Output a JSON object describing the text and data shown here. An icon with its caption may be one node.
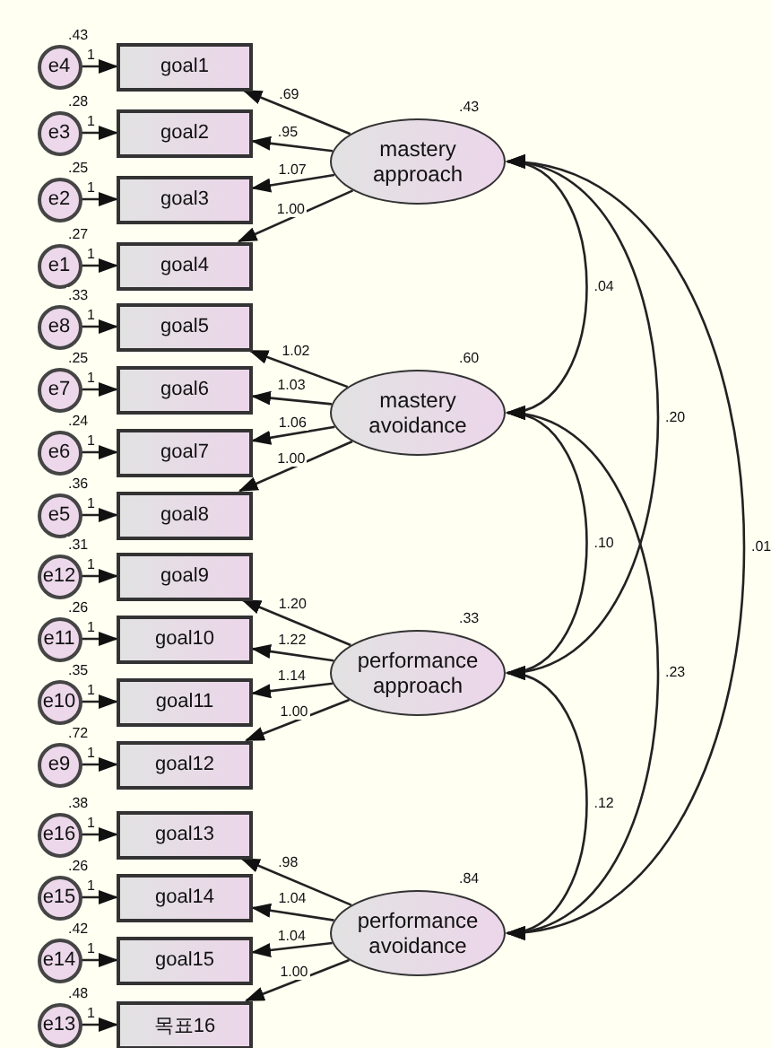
{
  "diagram": {
    "nodes": [
      {
        "text": [
          "e4"
        ],
        "beside": [
          ".43"
        ]
      },
      {
        "text": [
          "e3"
        ],
        "beside": [
          ".28"
        ]
      },
      {
        "text": [
          "e2"
        ],
        "beside": [
          ".25"
        ]
      },
      {
        "text": [
          "e1"
        ],
        "beside": [
          ".27"
        ]
      },
      {
        "text": [
          "e8"
        ],
        "beside": [
          ".33"
        ]
      },
      {
        "text": [
          "e7"
        ],
        "beside": [
          ".25"
        ]
      },
      {
        "text": [
          "e6"
        ],
        "beside": [
          ".24"
        ]
      },
      {
        "text": [
          "e5"
        ],
        "beside": [
          ".36"
        ]
      },
      {
        "text": [
          "e12"
        ],
        "beside": [
          ".31"
        ]
      },
      {
        "text": [
          "e11"
        ],
        "beside": [
          ".26"
        ]
      },
      {
        "text": [
          "e10"
        ],
        "beside": [
          ".35"
        ]
      },
      {
        "text": [
          "e9"
        ],
        "beside": [
          ".72"
        ]
      },
      {
        "text": [
          "e16"
        ],
        "beside": [
          ".38"
        ]
      },
      {
        "text": [
          "e15"
        ],
        "beside": [
          ".26"
        ]
      },
      {
        "text": [
          "e14"
        ],
        "beside": [
          ".42"
        ]
      },
      {
        "text": [
          "e13"
        ],
        "beside": [
          ".48"
        ]
      },
      {
        "text": [
          "goal1"
        ]
      },
      {
        "text": [
          "goal2"
        ]
      },
      {
        "text": [
          "goal3"
        ]
      },
      {
        "text": [
          "goal4"
        ]
      },
      {
        "text": [
          "goal5"
        ]
      },
      {
        "text": [
          "goal6"
        ]
      },
      {
        "text": [
          "goal7"
        ]
      },
      {
        "text": [
          "goal8"
        ]
      },
      {
        "text": [
          "goal9"
        ]
      },
      {
        "text": [
          "goal10"
        ]
      },
      {
        "text": [
          "goal11"
        ]
      },
      {
        "text": [
          "goal12"
        ]
      },
      {
        "text": [
          "goal13"
        ]
      },
      {
        "text": [
          "goal14"
        ]
      },
      {
        "text": [
          "goal15"
        ]
      },
      {
        "text": [
          "목표16"
        ]
      },
      {
        "text": [
          "mastery approach"
        ],
        "beside": [
          ".43"
        ]
      },
      {
        "text": [
          "mastery avoidance"
        ],
        "beside": [
          ".60"
        ]
      },
      {
        "text": [
          "performance approach"
        ],
        "beside": [
          ".33"
        ]
      },
      {
        "text": [
          "performance avoidance"
        ],
        "beside": [
          ".84"
        ]
      }
    ],
    "edges": [
      {
        "from": 0,
        "to": 16,
        "arrow": "to",
        "label": "1"
      },
      {
        "from": 1,
        "to": 17,
        "arrow": "to",
        "label": "1"
      },
      {
        "from": 2,
        "to": 18,
        "arrow": "to",
        "label": "1"
      },
      {
        "from": 3,
        "to": 19,
        "arrow": "to",
        "label": "1"
      },
      {
        "from": 4,
        "to": 20,
        "arrow": "to",
        "label": "1"
      },
      {
        "from": 5,
        "to": 21,
        "arrow": "to",
        "label": "1"
      },
      {
        "from": 6,
        "to": 22,
        "arrow": "to",
        "label": "1"
      },
      {
        "from": 7,
        "to": 23,
        "arrow": "to",
        "label": "1"
      },
      {
        "from": 8,
        "to": 24,
        "arrow": "to",
        "label": "1"
      },
      {
        "from": 9,
        "to": 25,
        "arrow": "to",
        "label": "1"
      },
      {
        "from": 10,
        "to": 26,
        "arrow": "to",
        "label": "1"
      },
      {
        "from": 11,
        "to": 27,
        "arrow": "to",
        "label": "1"
      },
      {
        "from": 12,
        "to": 28,
        "arrow": "to",
        "label": "1"
      },
      {
        "from": 13,
        "to": 29,
        "arrow": "to",
        "label": "1"
      },
      {
        "from": 14,
        "to": 30,
        "arrow": "to",
        "label": "1"
      },
      {
        "from": 15,
        "to": 31,
        "arrow": "to",
        "label": "1"
      },
      {
        "from": 32,
        "to": 16,
        "arrow": "to",
        "label": ".69"
      },
      {
        "from": 32,
        "to": 17,
        "arrow": "to",
        "label": ".95"
      },
      {
        "from": 32,
        "to": 18,
        "arrow": "to",
        "label": "1.07"
      },
      {
        "from": 32,
        "to": 19,
        "arrow": "to",
        "label": "1.00"
      },
      {
        "from": 33,
        "to": 20,
        "arrow": "to",
        "label": "1.02"
      },
      {
        "from": 33,
        "to": 21,
        "arrow": "to",
        "label": "1.03"
      },
      {
        "from": 33,
        "to": 22,
        "arrow": "to",
        "label": "1.06"
      },
      {
        "from": 33,
        "to": 23,
        "arrow": "to",
        "label": "1.00"
      },
      {
        "from": 34,
        "to": 24,
        "arrow": "to",
        "label": "1.20"
      },
      {
        "from": 34,
        "to": 25,
        "arrow": "to",
        "label": "1.22"
      },
      {
        "from": 34,
        "to": 26,
        "arrow": "to",
        "label": "1.14"
      },
      {
        "from": 34,
        "to": 27,
        "arrow": "to",
        "label": "1.00"
      },
      {
        "from": 35,
        "to": 28,
        "arrow": "to",
        "label": ".98"
      },
      {
        "from": 35,
        "to": 29,
        "arrow": "to",
        "label": "1.04"
      },
      {
        "from": 35,
        "to": 30,
        "arrow": "to",
        "label": "1.04"
      },
      {
        "from": 35,
        "to": 31,
        "arrow": "to",
        "label": "1.00"
      },
      {
        "from": 32,
        "to": 33,
        "arrow": "both",
        "label": ".04"
      },
      {
        "from": 32,
        "to": 34,
        "arrow": "both",
        "label": ".20"
      },
      {
        "from": 32,
        "to": 35,
        "arrow": "both",
        "label": ".01"
      },
      {
        "from": 33,
        "to": 34,
        "arrow": "both",
        "label": ".10"
      },
      {
        "from": 33,
        "to": 35,
        "arrow": "both",
        "label": ".23"
      },
      {
        "from": 34,
        "to": 35,
        "arrow": "both",
        "label": ".12"
      }
    ]
  }
}
